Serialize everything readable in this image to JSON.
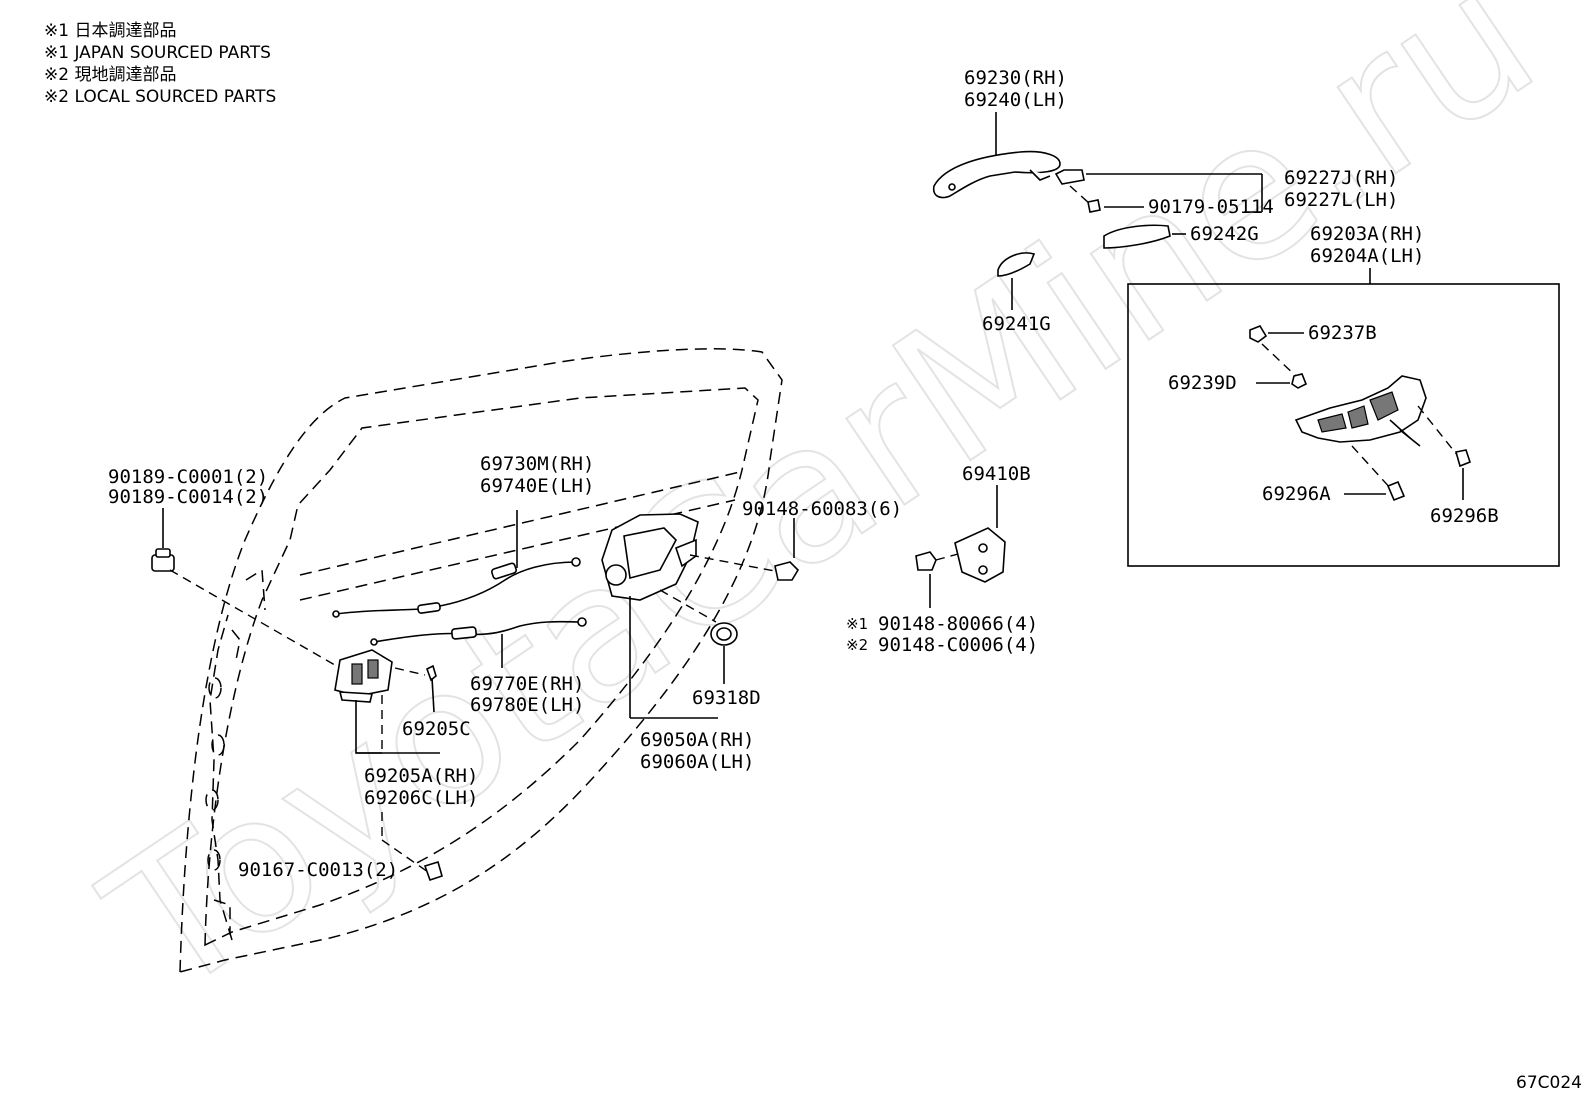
{
  "notes": {
    "line1": "※1 日本調達部品",
    "line2": "※1 JAPAN SOURCED PARTS",
    "line3": "※2 現地調達部品",
    "line4": "※2 LOCAL SOURCED PARTS"
  },
  "watermark": "ToyotaCarMine.ru",
  "reference_code": "67C024",
  "labels": {
    "p69230": "69230(RH)",
    "p69240": "69240(LH)",
    "p69227J": "69227J(RH)",
    "p69227L": "69227L(LH)",
    "p90179": "90179-05114",
    "p69242G": "69242G",
    "p69203A": "69203A(RH)",
    "p69204A": "69204A(LH)",
    "p69241G": "69241G",
    "p69237B": "69237B",
    "p69239D": "69239D",
    "p69296A": "69296A",
    "p69296B": "69296B",
    "p69410B": "69410B",
    "p90148_80066": "90148-80066(4)",
    "p90148_C0006": "90148-C0006(4)",
    "mark1": "※1",
    "mark2": "※2",
    "p90148_60083": "90148-60083(6)",
    "p69730M": "69730M(RH)",
    "p69740E": "69740E(LH)",
    "p90189_C0001": "90189-C0001(2)",
    "p90189_C0014": "90189-C0014(2)",
    "p69770E": "69770E(RH)",
    "p69780E": "69780E(LH)",
    "p69318D": "69318D",
    "p69050A": "69050A(RH)",
    "p69060A": "69060A(LH)",
    "p69205C": "69205C",
    "p69205A": "69205A(RH)",
    "p69206C": "69206C(LH)",
    "p90167": "90167-C0013(2)"
  }
}
